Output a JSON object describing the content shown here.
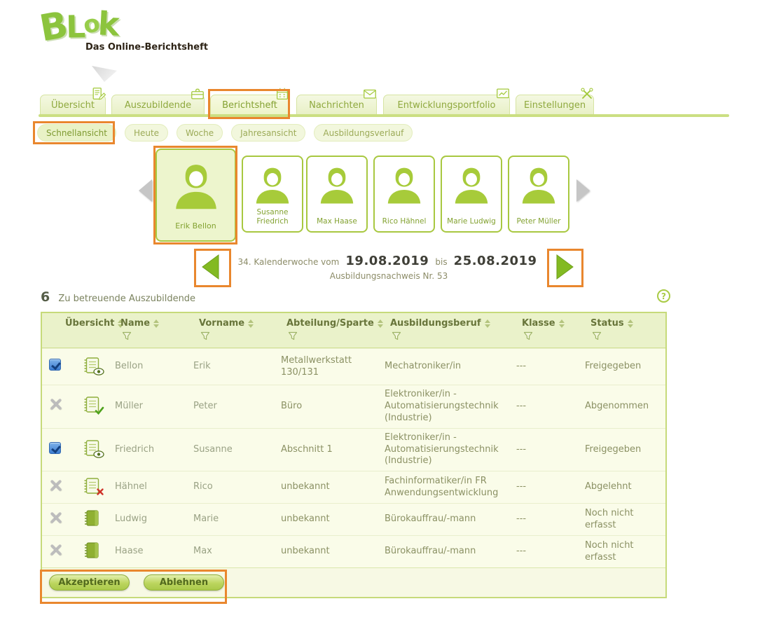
{
  "logo": {
    "letters": [
      "B",
      "L",
      "o",
      "k"
    ],
    "subtitle": "Das Online-Berichtsheft"
  },
  "tabs": [
    {
      "label": "Übersicht",
      "icon": "document-edit-icon",
      "active": false
    },
    {
      "label": "Auszubildende",
      "icon": "briefcase-icon",
      "active": false
    },
    {
      "label": "Berichtsheft",
      "icon": "report-book-icon",
      "active": true
    },
    {
      "label": "Nachrichten",
      "icon": "mail-icon",
      "active": false
    },
    {
      "label": "Entwicklungsportfolio",
      "icon": "chart-icon",
      "active": false
    },
    {
      "label": "Einstellungen",
      "icon": "tools-icon",
      "active": false
    }
  ],
  "subtabs": [
    {
      "label": "Schnellansicht",
      "active": true
    },
    {
      "label": "Heute",
      "active": false
    },
    {
      "label": "Woche",
      "active": false
    },
    {
      "label": "Jahresansicht",
      "active": false
    },
    {
      "label": "Ausbildungsverlauf",
      "active": false
    }
  ],
  "carousel": {
    "trainees": [
      "Erik Bellon",
      "Susanne Friedrich",
      "Max Haase",
      "Rico Hähnel",
      "Marie Ludwig",
      "Peter Müller"
    ],
    "selected": "Erik Bellon"
  },
  "week": {
    "prefix": "34. Kalenderwoche vom",
    "start_date": "19.08.2019",
    "separator": "bis",
    "end_date": "25.08.2019",
    "subtitle": "Ausbildungsnachweis Nr. 53"
  },
  "summary": {
    "count": "6",
    "label": "Zu betreuende Auszubildende",
    "help": "?"
  },
  "table": {
    "headers": [
      {
        "label": "Übersicht",
        "sortable": true,
        "filterable": false
      },
      {
        "label": "Name",
        "sortable": true,
        "filterable": true
      },
      {
        "label": "Vorname",
        "sortable": true,
        "filterable": true
      },
      {
        "label": "Abteilung/Sparte",
        "sortable": true,
        "filterable": true
      },
      {
        "label": "Ausbildungsberuf",
        "sortable": true,
        "filterable": true
      },
      {
        "label": "Klasse",
        "sortable": true,
        "filterable": true
      },
      {
        "label": "Status",
        "sortable": true,
        "filterable": true
      }
    ],
    "rows": [
      {
        "checked": true,
        "report_icon": "report-view-icon",
        "name": "Bellon",
        "vorname": "Erik",
        "abteilung": "Metallwerkstatt 130/131",
        "beruf": "Mechatroniker/in",
        "klasse": "---",
        "status": "Freigegeben"
      },
      {
        "checked": false,
        "report_icon": "report-accepted-icon",
        "name": "Müller",
        "vorname": "Peter",
        "abteilung": "Büro",
        "beruf": "Elektroniker/in - Automatisierungstechnik (Industrie)",
        "klasse": "---",
        "status": "Abgenommen"
      },
      {
        "checked": true,
        "report_icon": "report-view-icon",
        "name": "Friedrich",
        "vorname": "Susanne",
        "abteilung": "Abschnitt 1",
        "beruf": "Elektroniker/in - Automatisierungstechnik (Industrie)",
        "klasse": "---",
        "status": "Freigegeben"
      },
      {
        "checked": false,
        "report_icon": "report-rejected-icon",
        "name": "Hähnel",
        "vorname": "Rico",
        "abteilung": "unbekannt",
        "beruf": "Fachinformatiker/in FR Anwendungsentwicklung",
        "klasse": "---",
        "status": "Abgelehnt"
      },
      {
        "checked": false,
        "report_icon": "notebook-icon",
        "name": "Ludwig",
        "vorname": "Marie",
        "abteilung": "unbekannt",
        "beruf": "Bürokauffrau/-mann",
        "klasse": "---",
        "status": "Noch nicht erfasst"
      },
      {
        "checked": false,
        "report_icon": "notebook-icon",
        "name": "Haase",
        "vorname": "Max",
        "abteilung": "unbekannt",
        "beruf": "Bürokauffrau/-mann",
        "klasse": "---",
        "status": "Noch nicht erfasst"
      }
    ]
  },
  "actions": {
    "accept": "Akzeptieren",
    "reject": "Ablehnen"
  },
  "icons": {
    "help-icon": "?",
    "filter-icon": "funnel",
    "sort-icon": "up-down-triangles",
    "carousel-arrows": "gray-triangles",
    "week-arrows": "green-triangles",
    "row-markers": [
      "checked-checkbox",
      "disabled-x"
    ]
  },
  "colors": {
    "accent_green": "#a3c93c",
    "highlight_orange": "#e9872e",
    "checkbox_blue": "#4a90d9",
    "reject_red": "#cf3128"
  }
}
